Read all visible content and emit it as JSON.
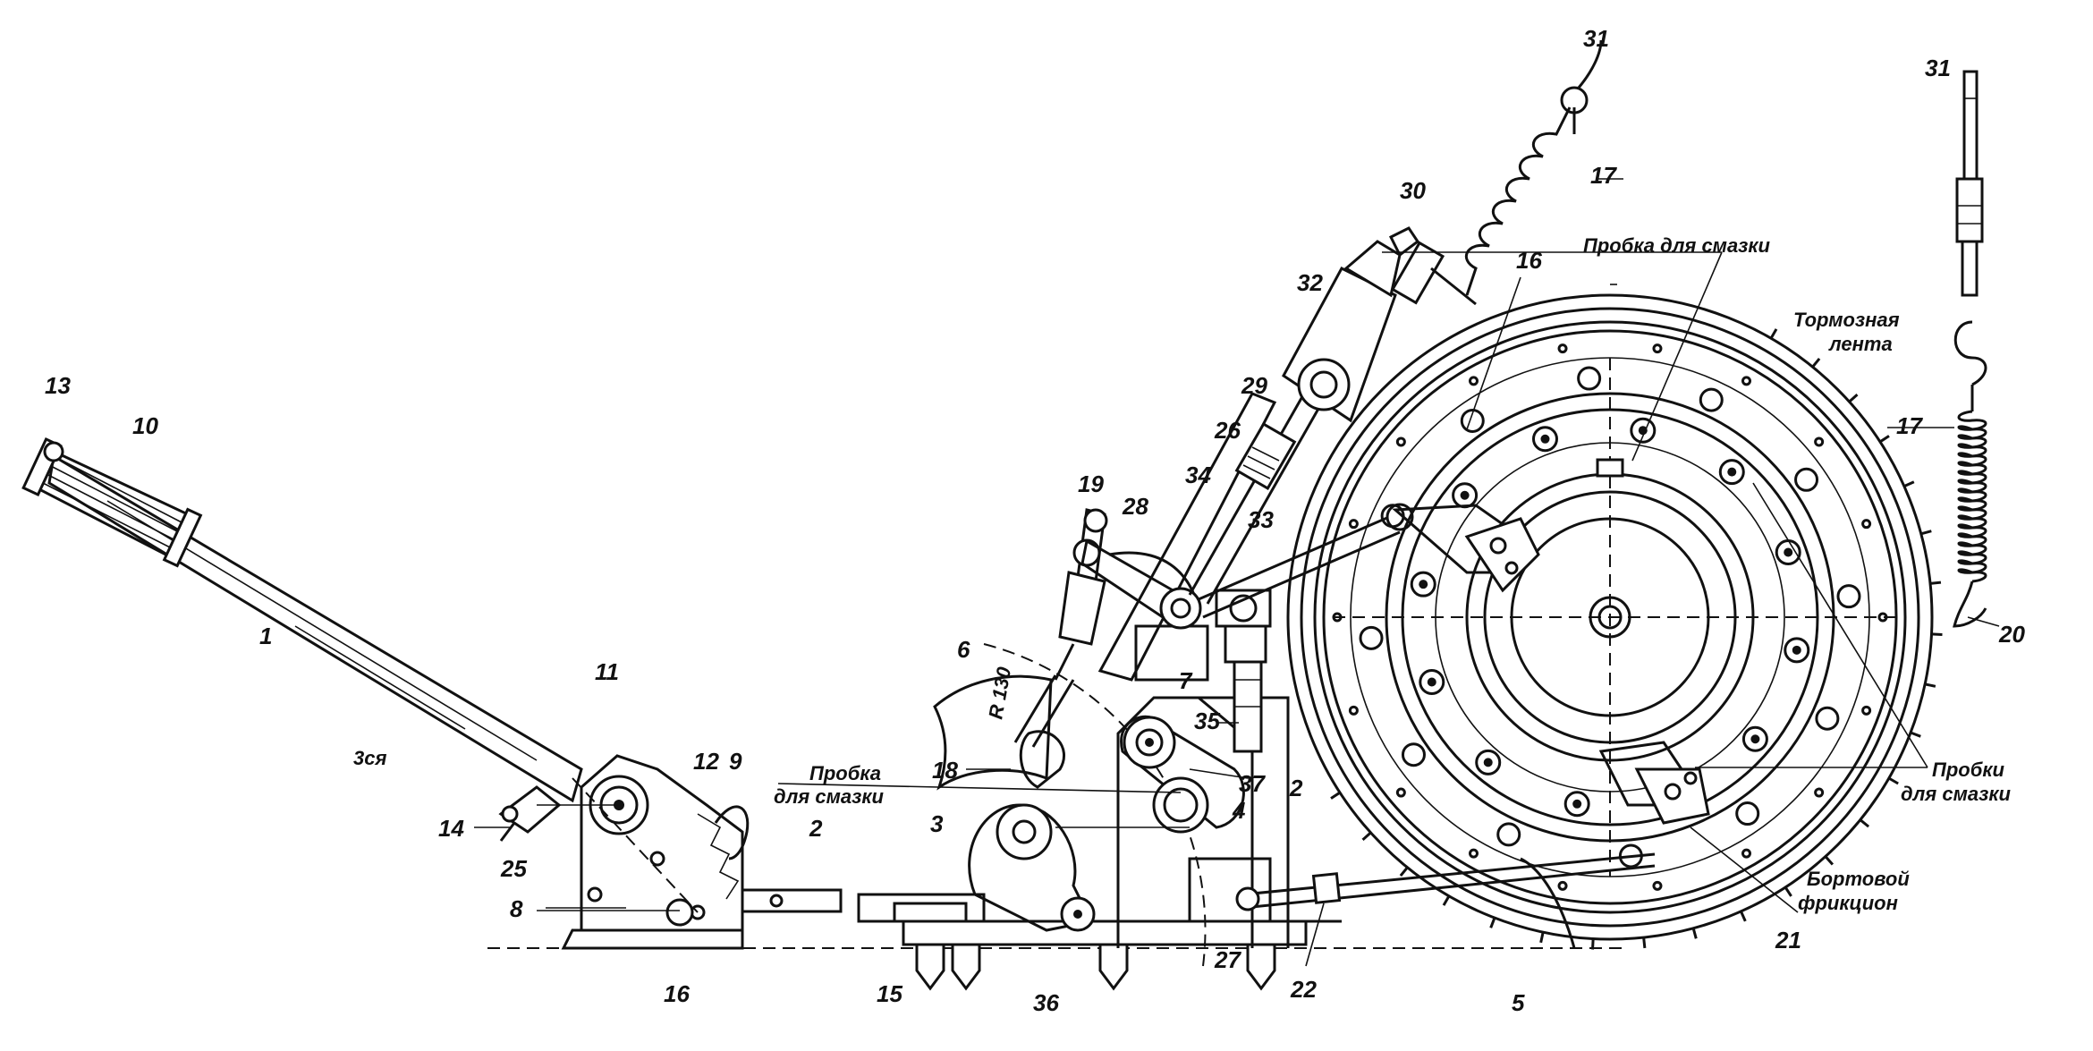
{
  "figure": {
    "numbers": {
      "n1": "1",
      "n2": "2",
      "n2b": "2",
      "n3": "3",
      "n4": "4",
      "n5": "5",
      "n6": "6",
      "n7": "7",
      "n8": "8",
      "n9": "9",
      "n10": "10",
      "n11": "11",
      "n12": "12",
      "n13": "13",
      "n14": "14",
      "n15": "15",
      "n16": "16",
      "n16b": "16",
      "n17": "17",
      "n17b": "17",
      "n18": "18",
      "n19": "19",
      "n20": "20",
      "n21": "21",
      "n22": "22",
      "n25": "25",
      "n26": "26",
      "n27": "27",
      "n28": "28",
      "n29": "29",
      "n30": "30",
      "n31": "31",
      "n31b": "31",
      "n32": "32",
      "n33": "33",
      "n34": "34",
      "n35": "35",
      "n36": "36",
      "n37": "37"
    },
    "captions": {
      "plug_top": "Пробка для смазки",
      "brake_band_1": "Тормозная",
      "brake_band_2": "лента",
      "plug_left_1": "Пробка",
      "plug_left_2": "для смазки",
      "plugs_right_1": "Пробки",
      "plugs_right_2": "для смазки",
      "clutch_1": "Бортовой",
      "clutch_2": "фрикцион",
      "radius": "R 130",
      "handwritten": "3ся"
    }
  }
}
